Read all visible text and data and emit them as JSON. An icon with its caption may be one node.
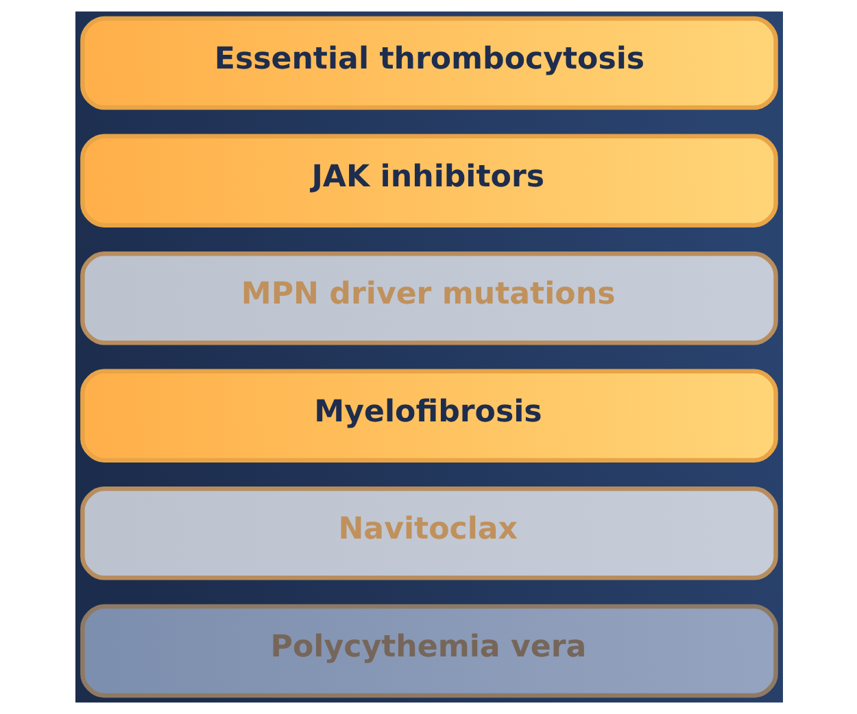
{
  "diagram": {
    "nodes": [
      {
        "text": [
          "Essential thrombocytosis"
        ]
      },
      {
        "text": [
          "JAK inhibitors"
        ]
      },
      {
        "text": [
          "MPN driver mutations"
        ]
      },
      {
        "text": [
          "Myelofibrosis"
        ]
      },
      {
        "text": [
          "Navitoclax"
        ]
      },
      {
        "text": [
          "Polycythemia vera"
        ]
      }
    ],
    "edges": []
  }
}
